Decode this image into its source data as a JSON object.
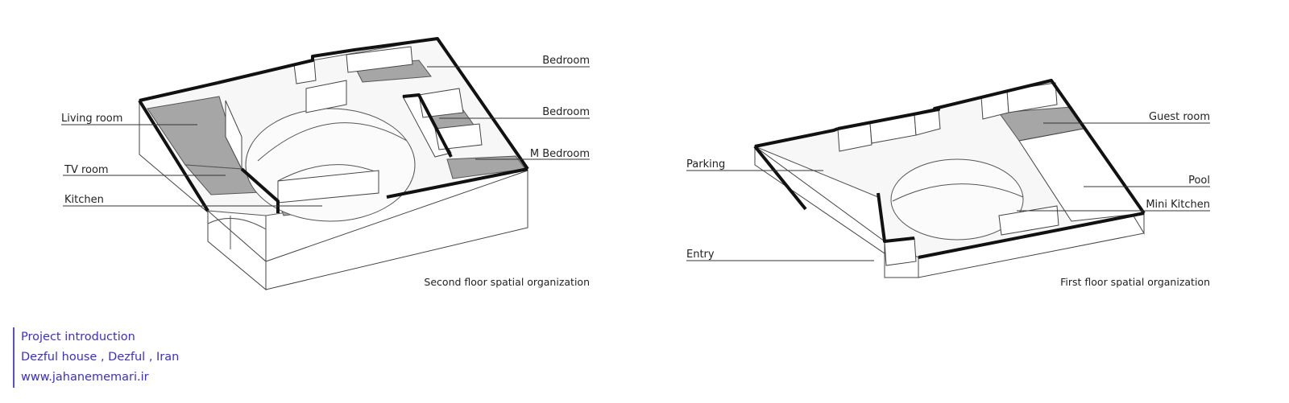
{
  "second_floor": {
    "caption": "Second floor spatial organization",
    "labels": {
      "living_room": "Living room",
      "tv_room": "TV room",
      "kitchen": "Kitchen",
      "bedroom_top": "Bedroom",
      "bedroom_mid": "Bedroom",
      "m_bedroom": "M Bedroom"
    }
  },
  "first_floor": {
    "caption": "First floor spatial organization",
    "labels": {
      "parking": "Parking",
      "entry": "Entry",
      "guest_room": "Guest room",
      "pool": "Pool",
      "mini_kitchen": "Mini Kitchen"
    }
  },
  "intro": {
    "line1": "Project introduction",
    "line2": "Dezful house , Dezful , Iran",
    "line3": "www.jahanememari.ir"
  },
  "colors": {
    "accent": "#3b2fd0",
    "room_fill": "#a6a6a6"
  }
}
